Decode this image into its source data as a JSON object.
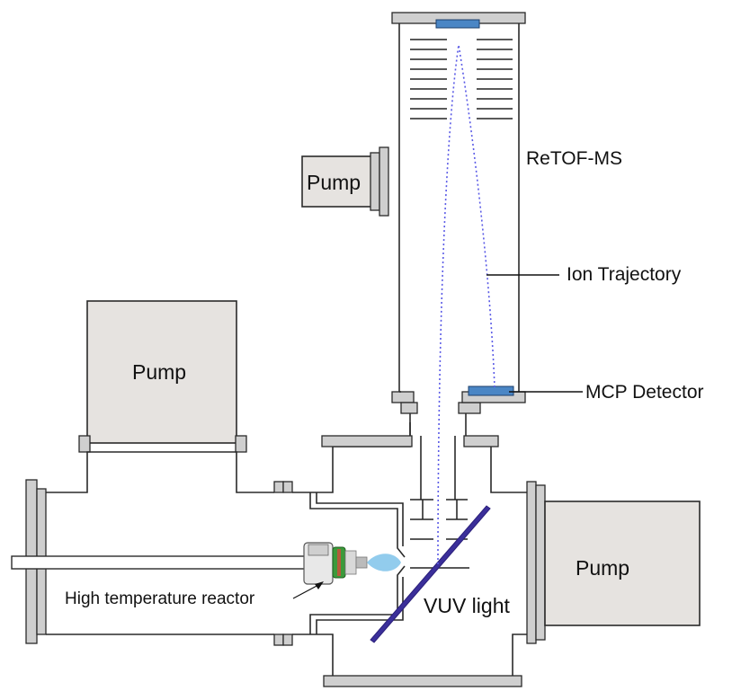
{
  "labels": {
    "pump_top_left": "Pump",
    "pump_side": "Pump",
    "pump_right": "Pump",
    "retof": "ReTOF-MS",
    "ion_trajectory": "Ion Trajectory",
    "mcp_detector": "MCP Detector",
    "reactor": "High temperature reactor",
    "vuv": "VUV light"
  },
  "colors": {
    "detector": "#4a86c5",
    "ion_path": "#5a5ae6",
    "vuv_beam": "#3b2f9a",
    "pump_fill": "#e6e3e0",
    "flame": "#7fc3ea"
  }
}
